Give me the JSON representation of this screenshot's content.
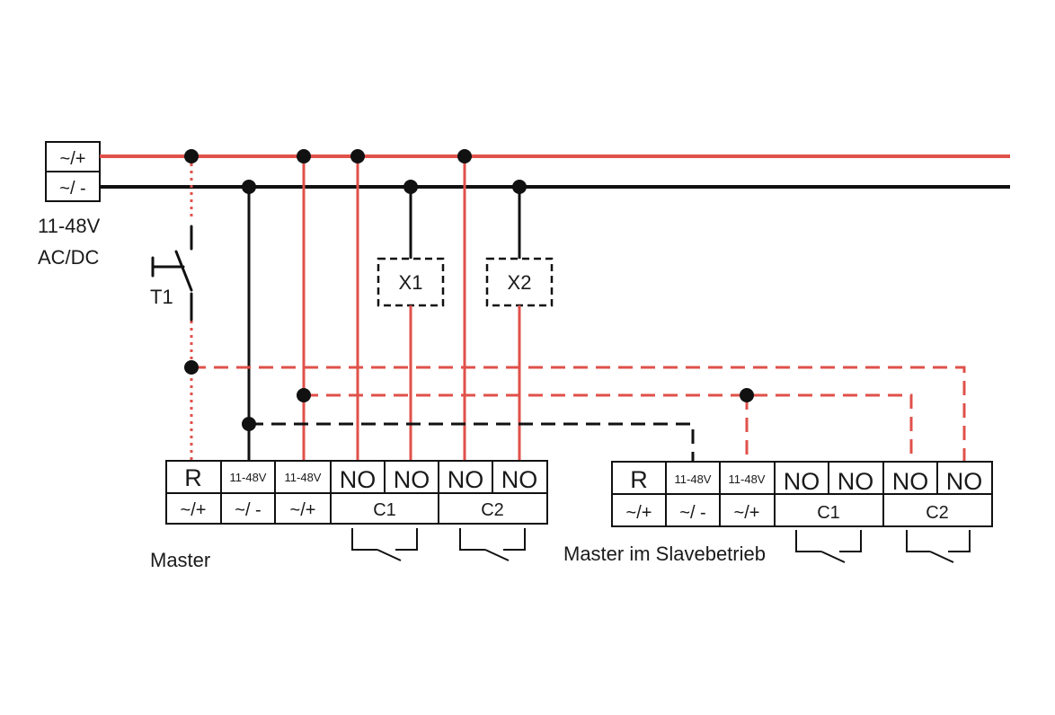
{
  "colors": {
    "positive": "#e0514a",
    "negative": "#111111",
    "background": "#ffffff"
  },
  "supply": {
    "plus_label": "~/+",
    "minus_label": "~/ -",
    "voltage": "11-48V",
    "type": "AC/DC"
  },
  "switch": {
    "label": "T1"
  },
  "loads": [
    {
      "label": "X1"
    },
    {
      "label": "X2"
    }
  ],
  "master": {
    "caption": "Master",
    "top_row": [
      "R",
      "11-48V",
      "11-48V",
      "NO",
      "NO",
      "NO",
      "NO"
    ],
    "bottom_row": [
      "~/+",
      "~/ -",
      "~/+",
      "C1",
      "C2"
    ]
  },
  "slave": {
    "caption": "Master im Slavebetrieb",
    "top_row": [
      "R",
      "11-48V",
      "11-48V",
      "NO",
      "NO",
      "NO",
      "NO"
    ],
    "bottom_row": [
      "~/+",
      "~/ -",
      "~/+",
      "C1",
      "C2"
    ]
  }
}
